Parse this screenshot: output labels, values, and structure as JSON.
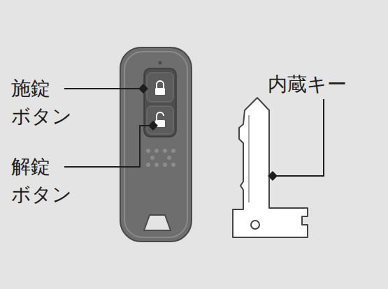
{
  "diagram": {
    "labels": [
      "施錠 ボタン",
      "解錠 ボタン",
      "内蔵キー"
    ]
  }
}
